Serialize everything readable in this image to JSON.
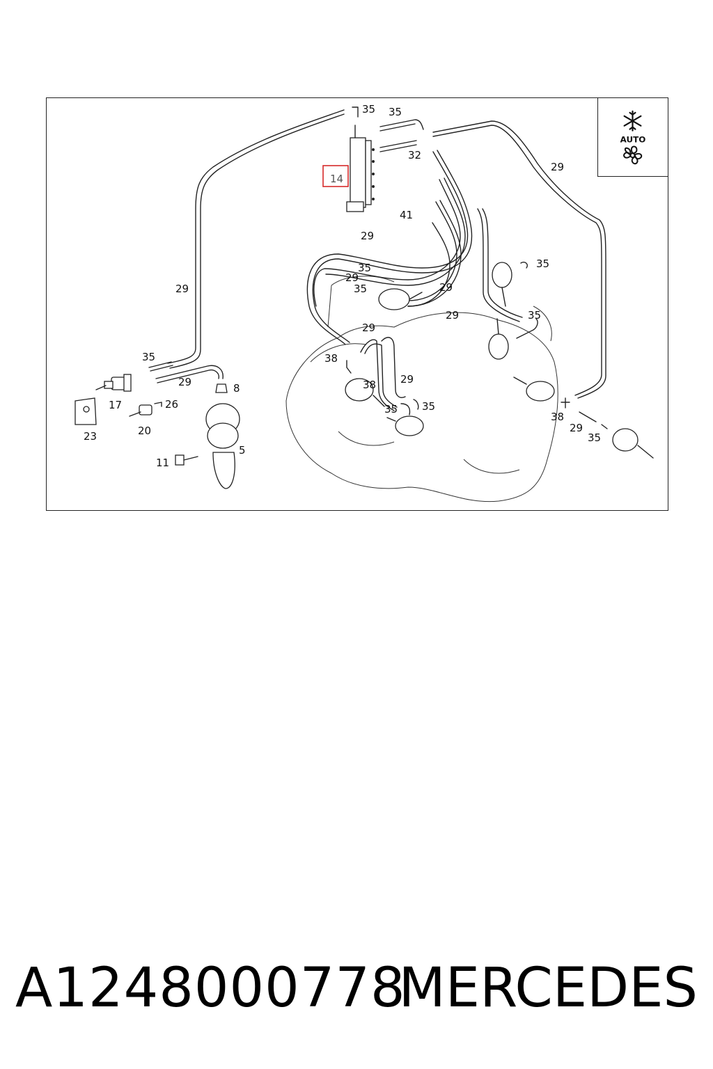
{
  "diagram": {
    "icon": {
      "symbol": "snowflake-fan-icon",
      "label": "AUTO"
    },
    "highlight_color": "#d62a2a",
    "callouts": {
      "c14": "14",
      "c35_top": "35",
      "c35_top2": "35",
      "c32": "32",
      "c29_right": "29",
      "c41": "41",
      "c29_left": "29",
      "c29_mid": "29",
      "c35_a": "35",
      "c29_b": "29",
      "c35_b": "35",
      "c29_c": "29",
      "c29_d": "29",
      "c35_c": "35",
      "c35_d": "35",
      "c29_e": "29",
      "c38_a": "38",
      "c38_b": "38",
      "c29_f": "29",
      "c35_e": "35",
      "c35_f": "35",
      "c38_c": "38",
      "c29_g": "29",
      "c35_g": "35",
      "c35_left": "35",
      "c29_left2": "29",
      "c8": "8",
      "c17": "17",
      "c26": "26",
      "c20": "20",
      "c23": "23",
      "c11": "11",
      "c5": "5"
    }
  },
  "footer": {
    "part_number": "A1248000778",
    "brand": "MERCEDES"
  }
}
